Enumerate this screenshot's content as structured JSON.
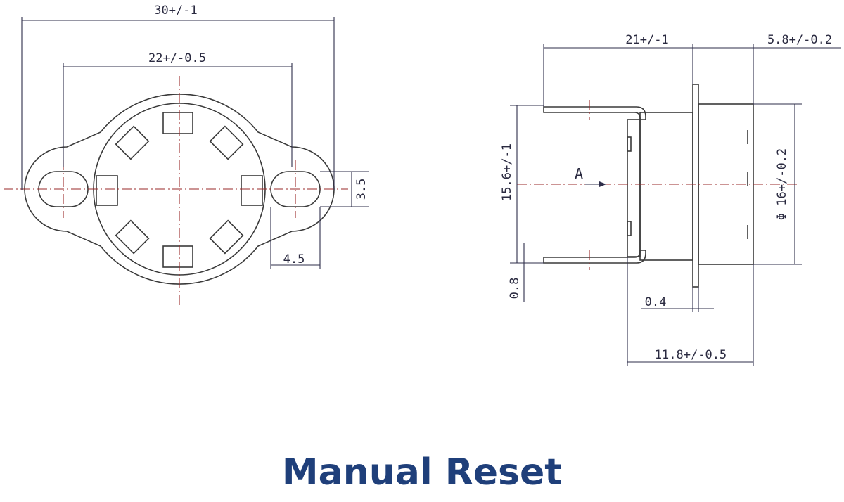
{
  "front_view": {
    "dim_overall_width": "30+/-1",
    "dim_hole_spacing": "22+/-0.5",
    "dim_hole_height": "3.5",
    "dim_hole_width": "4.5"
  },
  "side_view": {
    "dim_terminal_length": "21+/-1",
    "dim_cap_length": "5.8+/-0.2",
    "dim_terminal_span": "15.6+/-1",
    "dim_diameter": "Φ 16+/-0.2",
    "view_marker": "A",
    "dim_terminal_thickness": "0.8",
    "dim_flange_thickness": "0.4",
    "dim_body_length": "11.8+/-0.5"
  },
  "caption": "Manual Reset",
  "colors": {
    "caption": "#1f3f7a",
    "line": "#3a3a3a",
    "centerline": "#9a2a2a"
  }
}
